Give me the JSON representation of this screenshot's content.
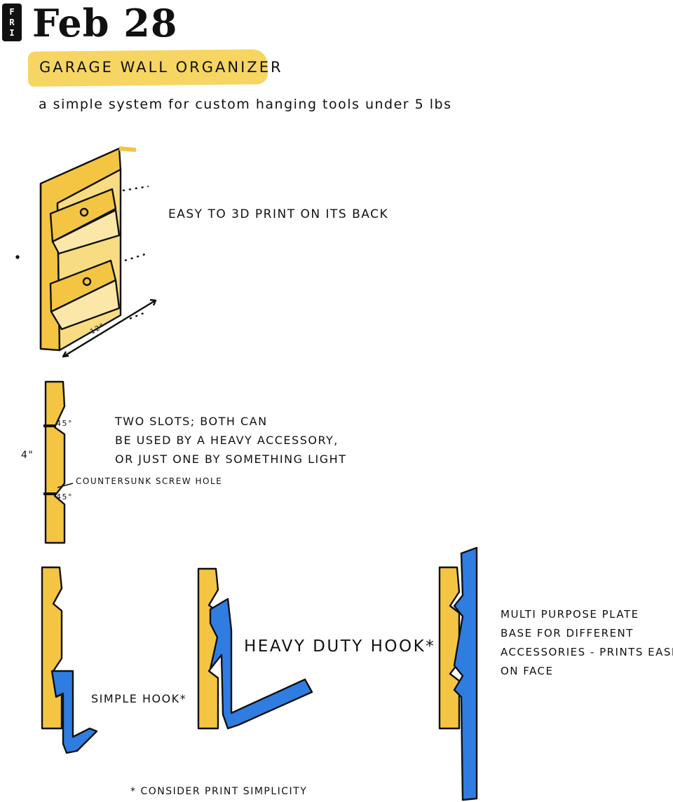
{
  "header": {
    "day": [
      "F",
      "R",
      "I"
    ],
    "date": "Feb 28",
    "title": "GARAGE WALL ORGANIZER",
    "subtitle": "a simple system for custom hanging tools under 5 lbs"
  },
  "panel_sketch": {
    "caption": "EASY TO 3D PRINT ON ITS BACK",
    "dimension": "12\""
  },
  "profile_sketch": {
    "height_label": "4\"",
    "angle_top": "45°",
    "angle_bottom": "45°",
    "description": [
      "TWO SLOTS; BOTH CAN",
      "BE USED BY A HEAVY ACCESSORY,",
      "OR JUST ONE BY SOMETHING LIGHT"
    ],
    "hole_label": "COUNTERSUNK SCREW HOLE"
  },
  "accessories": {
    "simple_hook": "SIMPLE HOOK*",
    "heavy_hook": "HEAVY DUTY HOOK*",
    "multi_plate": [
      "MULTI PURPOSE PLATE",
      "BASE FOR DIFFERENT",
      "ACCESSORIES - PRINTS EASILY",
      "ON FACE"
    ]
  },
  "footnote": "* CONSIDER PRINT SIMPLICITY",
  "colors": {
    "wood": "#f4c542",
    "highlight": "#f6d35a",
    "accessory": "#2f7de1",
    "ink": "#111111"
  }
}
